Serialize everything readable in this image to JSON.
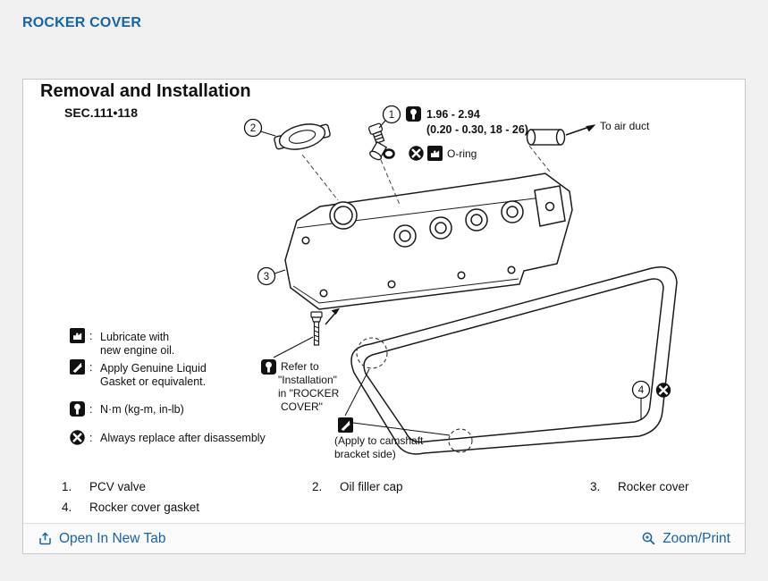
{
  "colors": {
    "accent_blue": "#1664a8",
    "panel_border": "#c9c9c9",
    "diagram_ink": "#111111"
  },
  "header": {
    "title": "ROCKER COVER"
  },
  "panel": {
    "heading": "Removal and Installation",
    "section_code": "SEC.111•118"
  },
  "diagram": {
    "callouts": {
      "c1": "1",
      "c2": "2",
      "c3": "3",
      "c4": "4"
    },
    "torque_spec": {
      "line1": "1.96 - 2.94",
      "line2": "(0.20 - 0.30, 18 - 26)"
    },
    "labels": {
      "o_ring": "O-ring",
      "to_air_duct": "To air duct",
      "refer_l1": "Refer to",
      "refer_l2": "\"Installation\"",
      "refer_l3": "in \"ROCKER",
      "refer_l4": "COVER\"",
      "apply_l1": "(Apply to camshaft",
      "apply_l2": "bracket side)"
    },
    "legend": {
      "separator": ":",
      "items": [
        {
          "icon": "oil-icon",
          "line1": "Lubricate with",
          "line2": "new engine oil."
        },
        {
          "icon": "liquid-gasket-icon",
          "line1": "Apply Genuine Liquid",
          "line2": "Gasket or equivalent."
        },
        {
          "icon": "torque-icon",
          "line1": "N·m (kg-m, in-lb)",
          "line2": ""
        },
        {
          "icon": "replace-icon",
          "line1": "Always replace after disassembly",
          "line2": ""
        }
      ]
    }
  },
  "parts": [
    {
      "num": "1.",
      "name": "PCV valve"
    },
    {
      "num": "2.",
      "name": "Oil filler cap"
    },
    {
      "num": "3.",
      "name": "Rocker cover"
    },
    {
      "num": "4.",
      "name": "Rocker cover gasket"
    }
  ],
  "footer": {
    "open_in_new_tab": "Open In New Tab",
    "zoom_print": "Zoom/Print"
  }
}
